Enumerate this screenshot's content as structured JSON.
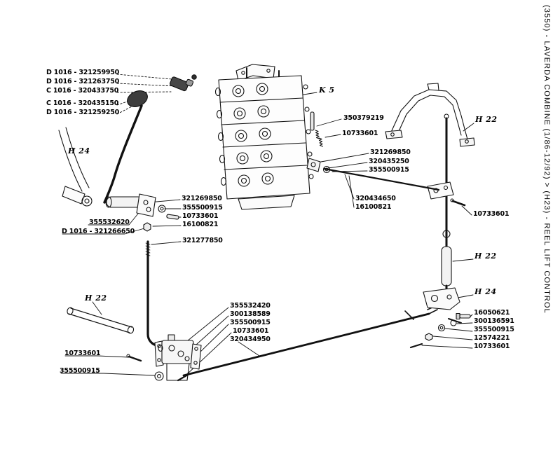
{
  "page": {
    "vertical_title": "(3550) - LAVERDA COMBINE (1/86-12/92) > (H23) - REEL LIFT CONTROL"
  },
  "diagram": {
    "callouts": [
      {
        "text": "D 1016 - 321259950"
      },
      {
        "text": "D 1016 - 321263750"
      },
      {
        "text": "C 1016 - 320433750"
      },
      {
        "text": "C 1016 - 320435150"
      },
      {
        "text": "D 1016 - 321259250"
      },
      {
        "text": "H 24"
      },
      {
        "text": "K 5"
      },
      {
        "text": "350379219"
      },
      {
        "text": "10733601"
      },
      {
        "text": "321269850"
      },
      {
        "text": "320435250"
      },
      {
        "text": "355500915"
      },
      {
        "text": "H 22"
      },
      {
        "text": "321269850"
      },
      {
        "text": "355500915"
      },
      {
        "text": "10733601"
      },
      {
        "text": "16100821"
      },
      {
        "text": "355532620"
      },
      {
        "text": "D 1016 - 321266650"
      },
      {
        "text": "321277850"
      },
      {
        "text": "320434650"
      },
      {
        "text": "16100821"
      },
      {
        "text": "10733601"
      },
      {
        "text": "H 22"
      },
      {
        "text": "H 24"
      },
      {
        "text": "H 22"
      },
      {
        "text": "355532420"
      },
      {
        "text": "300138589"
      },
      {
        "text": "355500915"
      },
      {
        "text": "10733601"
      },
      {
        "text": "320434950"
      },
      {
        "text": "16050621"
      },
      {
        "text": "300136591"
      },
      {
        "text": "355500915"
      },
      {
        "text": "12574221"
      },
      {
        "text": "10733601"
      },
      {
        "text": "10733601"
      },
      {
        "text": "355500915"
      }
    ]
  }
}
